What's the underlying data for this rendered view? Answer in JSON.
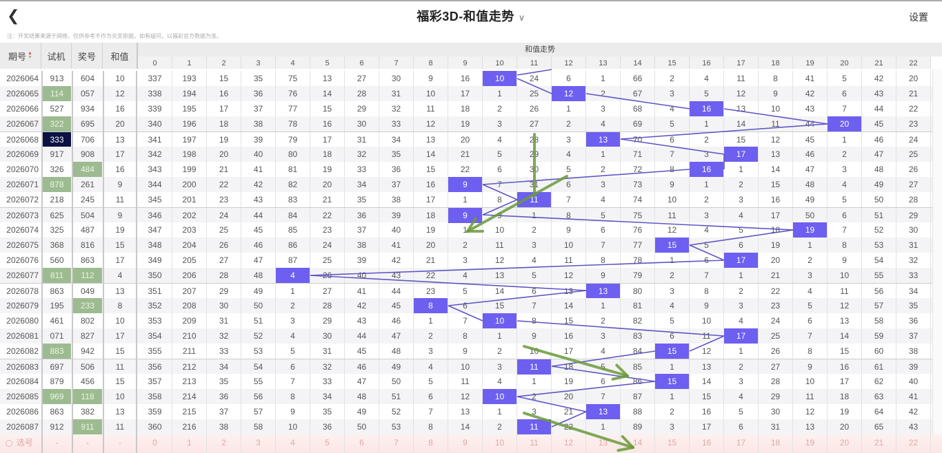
{
  "header": {
    "title": "福彩3D-和值走势",
    "settings": "设置"
  },
  "note": "注：开奖结果来源于网络，仅供参考不作为兑奖依据，如有疑问，以福彩官方数据为准。",
  "table": {
    "col_period": "期号",
    "col_test": "试机",
    "col_draw": "奖号",
    "col_sum": "和值",
    "group_title": "和值走势",
    "sum_columns": [
      "0",
      "1",
      "2",
      "3",
      "4",
      "5",
      "6",
      "7",
      "8",
      "9",
      "10",
      "11",
      "12",
      "13",
      "14",
      "15",
      "16",
      "17",
      "18",
      "19",
      "20",
      "21",
      "22"
    ]
  },
  "colors": {
    "hit": "#6d5ff0",
    "line": "#5e56c4",
    "green_cell": "#9dbb90",
    "navy_cell": "#0b1142",
    "annotation_arrow": "#6b9b3a"
  },
  "rows": [
    {
      "period": "2026064",
      "test": "913",
      "draw": "604",
      "sum": "10",
      "test_hl": "",
      "draw_hl": "",
      "cells": [
        "337",
        "193",
        "15",
        "35",
        "75",
        "13",
        "27",
        "30",
        "9",
        "16",
        "10",
        "24",
        "6",
        "1",
        "66",
        "2",
        "4",
        "11",
        "8",
        "41",
        "5",
        "42",
        "20"
      ]
    },
    {
      "period": "2026065",
      "test": "114",
      "draw": "057",
      "sum": "12",
      "test_hl": "green",
      "draw_hl": "",
      "cells": [
        "338",
        "194",
        "16",
        "36",
        "76",
        "14",
        "28",
        "31",
        "10",
        "17",
        "1",
        "25",
        "12",
        "2",
        "67",
        "3",
        "5",
        "12",
        "9",
        "42",
        "6",
        "43",
        "21"
      ]
    },
    {
      "period": "2026066",
      "test": "527",
      "draw": "934",
      "sum": "16",
      "test_hl": "",
      "draw_hl": "",
      "cells": [
        "339",
        "195",
        "17",
        "37",
        "77",
        "15",
        "29",
        "32",
        "11",
        "18",
        "2",
        "26",
        "1",
        "3",
        "68",
        "4",
        "16",
        "13",
        "10",
        "43",
        "7",
        "44",
        "22"
      ]
    },
    {
      "period": "2026067",
      "test": "322",
      "draw": "695",
      "sum": "20",
      "test_hl": "green",
      "draw_hl": "",
      "cells": [
        "340",
        "196",
        "18",
        "38",
        "78",
        "16",
        "30",
        "33",
        "12",
        "19",
        "3",
        "27",
        "2",
        "4",
        "69",
        "5",
        "1",
        "14",
        "11",
        "44",
        "20",
        "45",
        "23"
      ]
    },
    {
      "period": "2026068",
      "test": "333",
      "draw": "706",
      "sum": "13",
      "test_hl": "navy",
      "draw_hl": "",
      "cells": [
        "341",
        "197",
        "19",
        "39",
        "79",
        "17",
        "31",
        "34",
        "13",
        "20",
        "4",
        "28",
        "3",
        "13",
        "70",
        "6",
        "2",
        "15",
        "12",
        "45",
        "1",
        "46",
        "24"
      ]
    },
    {
      "period": "2026069",
      "test": "917",
      "draw": "908",
      "sum": "17",
      "test_hl": "",
      "draw_hl": "",
      "cells": [
        "342",
        "198",
        "20",
        "40",
        "80",
        "18",
        "32",
        "35",
        "14",
        "21",
        "5",
        "29",
        "4",
        "1",
        "71",
        "7",
        "3",
        "17",
        "13",
        "46",
        "2",
        "47",
        "25"
      ]
    },
    {
      "period": "2026070",
      "test": "326",
      "draw": "484",
      "sum": "16",
      "test_hl": "",
      "draw_hl": "green",
      "cells": [
        "343",
        "199",
        "21",
        "41",
        "81",
        "19",
        "33",
        "36",
        "15",
        "22",
        "6",
        "30",
        "5",
        "2",
        "72",
        "8",
        "16",
        "1",
        "14",
        "47",
        "3",
        "48",
        "26"
      ]
    },
    {
      "period": "2026071",
      "test": "878",
      "draw": "261",
      "sum": "9",
      "test_hl": "green",
      "draw_hl": "",
      "cells": [
        "344",
        "200",
        "22",
        "42",
        "82",
        "20",
        "34",
        "37",
        "16",
        "9",
        "7",
        "31",
        "6",
        "3",
        "73",
        "9",
        "1",
        "2",
        "15",
        "48",
        "4",
        "49",
        "27"
      ]
    },
    {
      "period": "2026072",
      "test": "218",
      "draw": "245",
      "sum": "11",
      "test_hl": "",
      "draw_hl": "",
      "cells": [
        "345",
        "201",
        "23",
        "43",
        "83",
        "21",
        "35",
        "38",
        "17",
        "1",
        "8",
        "11",
        "7",
        "4",
        "74",
        "10",
        "2",
        "3",
        "16",
        "49",
        "5",
        "50",
        "28"
      ]
    },
    {
      "period": "2026073",
      "test": "625",
      "draw": "504",
      "sum": "9",
      "test_hl": "",
      "draw_hl": "",
      "cells": [
        "346",
        "202",
        "24",
        "44",
        "84",
        "22",
        "36",
        "39",
        "18",
        "9",
        "9",
        "1",
        "8",
        "5",
        "75",
        "11",
        "3",
        "4",
        "17",
        "50",
        "6",
        "51",
        "29"
      ]
    },
    {
      "period": "2026074",
      "test": "325",
      "draw": "487",
      "sum": "19",
      "test_hl": "",
      "draw_hl": "",
      "cells": [
        "347",
        "203",
        "25",
        "45",
        "85",
        "23",
        "37",
        "40",
        "19",
        "1",
        "10",
        "2",
        "9",
        "6",
        "76",
        "12",
        "4",
        "5",
        "18",
        "19",
        "7",
        "52",
        "30"
      ]
    },
    {
      "period": "2026075",
      "test": "368",
      "draw": "816",
      "sum": "15",
      "test_hl": "",
      "draw_hl": "",
      "cells": [
        "348",
        "204",
        "26",
        "46",
        "86",
        "24",
        "38",
        "41",
        "20",
        "2",
        "11",
        "3",
        "10",
        "7",
        "77",
        "15",
        "5",
        "6",
        "19",
        "1",
        "8",
        "53",
        "31"
      ]
    },
    {
      "period": "2026076",
      "test": "560",
      "draw": "863",
      "sum": "17",
      "test_hl": "",
      "draw_hl": "",
      "cells": [
        "349",
        "205",
        "27",
        "47",
        "87",
        "25",
        "39",
        "42",
        "21",
        "3",
        "12",
        "4",
        "11",
        "8",
        "78",
        "1",
        "6",
        "17",
        "20",
        "2",
        "9",
        "54",
        "32"
      ]
    },
    {
      "period": "2026077",
      "test": "811",
      "draw": "112",
      "sum": "4",
      "test_hl": "green",
      "draw_hl": "green",
      "cells": [
        "350",
        "206",
        "28",
        "48",
        "4",
        "26",
        "40",
        "43",
        "22",
        "4",
        "13",
        "5",
        "12",
        "9",
        "79",
        "2",
        "7",
        "1",
        "21",
        "3",
        "10",
        "55",
        "33"
      ]
    },
    {
      "period": "2026078",
      "test": "863",
      "draw": "049",
      "sum": "13",
      "test_hl": "",
      "draw_hl": "",
      "cells": [
        "351",
        "207",
        "29",
        "49",
        "1",
        "27",
        "41",
        "44",
        "23",
        "5",
        "14",
        "6",
        "13",
        "13",
        "80",
        "3",
        "8",
        "2",
        "22",
        "4",
        "11",
        "56",
        "34"
      ]
    },
    {
      "period": "2026079",
      "test": "195",
      "draw": "233",
      "sum": "8",
      "test_hl": "",
      "draw_hl": "green",
      "cells": [
        "352",
        "208",
        "30",
        "50",
        "2",
        "28",
        "42",
        "45",
        "8",
        "6",
        "15",
        "7",
        "14",
        "1",
        "81",
        "4",
        "9",
        "3",
        "23",
        "5",
        "12",
        "57",
        "35"
      ]
    },
    {
      "period": "2026080",
      "test": "461",
      "draw": "802",
      "sum": "10",
      "test_hl": "",
      "draw_hl": "",
      "cells": [
        "353",
        "209",
        "31",
        "51",
        "3",
        "29",
        "43",
        "46",
        "1",
        "7",
        "10",
        "8",
        "15",
        "2",
        "82",
        "5",
        "10",
        "4",
        "24",
        "6",
        "13",
        "58",
        "36"
      ]
    },
    {
      "period": "2026081",
      "test": "071",
      "draw": "827",
      "sum": "17",
      "test_hl": "",
      "draw_hl": "",
      "cells": [
        "354",
        "210",
        "32",
        "52",
        "4",
        "30",
        "44",
        "47",
        "2",
        "8",
        "1",
        "9",
        "16",
        "3",
        "83",
        "6",
        "11",
        "17",
        "25",
        "7",
        "14",
        "59",
        "37"
      ]
    },
    {
      "period": "2026082",
      "test": "883",
      "draw": "942",
      "sum": "15",
      "test_hl": "green",
      "draw_hl": "",
      "cells": [
        "355",
        "211",
        "33",
        "53",
        "5",
        "31",
        "45",
        "48",
        "3",
        "9",
        "2",
        "10",
        "17",
        "4",
        "84",
        "15",
        "12",
        "1",
        "26",
        "8",
        "15",
        "60",
        "38"
      ]
    },
    {
      "period": "2026083",
      "test": "697",
      "draw": "506",
      "sum": "11",
      "test_hl": "",
      "draw_hl": "",
      "cells": [
        "356",
        "212",
        "34",
        "54",
        "6",
        "32",
        "46",
        "49",
        "4",
        "10",
        "3",
        "11",
        "18",
        "5",
        "85",
        "1",
        "13",
        "2",
        "27",
        "9",
        "16",
        "61",
        "39"
      ]
    },
    {
      "period": "2026084",
      "test": "879",
      "draw": "456",
      "sum": "15",
      "test_hl": "",
      "draw_hl": "",
      "cells": [
        "357",
        "213",
        "35",
        "55",
        "7",
        "33",
        "47",
        "50",
        "5",
        "11",
        "4",
        "1",
        "19",
        "6",
        "86",
        "15",
        "14",
        "3",
        "28",
        "10",
        "17",
        "62",
        "40"
      ]
    },
    {
      "period": "2026085",
      "test": "969",
      "draw": "118",
      "sum": "10",
      "test_hl": "green",
      "draw_hl": "green",
      "cells": [
        "358",
        "214",
        "36",
        "56",
        "8",
        "34",
        "48",
        "51",
        "6",
        "12",
        "10",
        "2",
        "20",
        "7",
        "87",
        "1",
        "15",
        "4",
        "29",
        "11",
        "18",
        "63",
        "41"
      ]
    },
    {
      "period": "2026086",
      "test": "863",
      "draw": "382",
      "sum": "13",
      "test_hl": "",
      "draw_hl": "",
      "cells": [
        "359",
        "215",
        "37",
        "57",
        "9",
        "35",
        "49",
        "52",
        "7",
        "13",
        "1",
        "3",
        "21",
        "13",
        "88",
        "2",
        "16",
        "5",
        "30",
        "12",
        "19",
        "64",
        "42"
      ]
    },
    {
      "period": "2026087",
      "test": "912",
      "draw": "911",
      "sum": "11",
      "test_hl": "",
      "draw_hl": "green",
      "cells": [
        "360",
        "216",
        "38",
        "58",
        "10",
        "36",
        "50",
        "53",
        "8",
        "14",
        "2",
        "11",
        "22",
        "1",
        "89",
        "3",
        "17",
        "6",
        "31",
        "13",
        "20",
        "65",
        "43"
      ]
    }
  ],
  "footer": {
    "label": "选号",
    "dash": "-",
    "picks": [
      "0",
      "1",
      "2",
      "3",
      "4",
      "5",
      "6",
      "7",
      "8",
      "9",
      "10",
      "11",
      "12",
      "13",
      "14",
      "15",
      "16",
      "17",
      "18",
      "19",
      "20",
      "21",
      "22"
    ]
  }
}
